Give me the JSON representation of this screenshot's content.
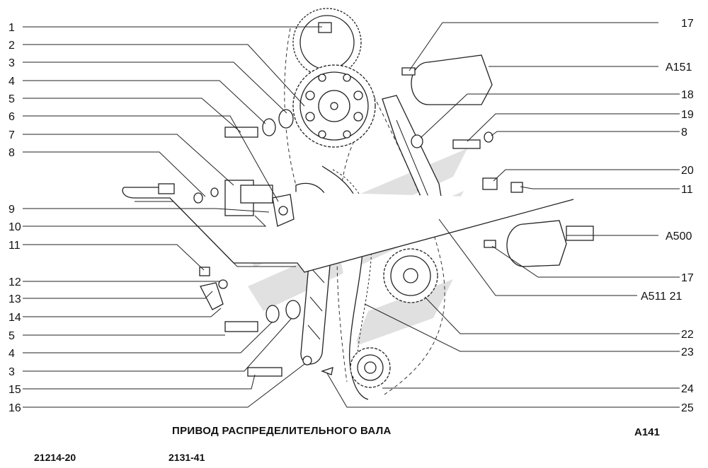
{
  "callouts_left": [
    "1",
    "2",
    "3",
    "4",
    "5",
    "6",
    "7",
    "8",
    "9",
    "10",
    "11",
    "12",
    "13",
    "14",
    "5",
    "4",
    "3",
    "15",
    "16"
  ],
  "callouts_right": [
    "17",
    "A151",
    "18",
    "19",
    "8",
    "20",
    "11",
    "A500",
    "17",
    "A511  21",
    "22",
    "23",
    "24",
    "25"
  ],
  "title": "ПРИВОД РАСПРЕДЕЛИТЕЛЬНОГО ВАЛА",
  "page_code": "A141",
  "footer_codes": [
    "21214-20",
    "2131-41"
  ],
  "colors": {
    "line": "#222222",
    "watermark": "#c8c8c8",
    "background": "#ffffff"
  }
}
